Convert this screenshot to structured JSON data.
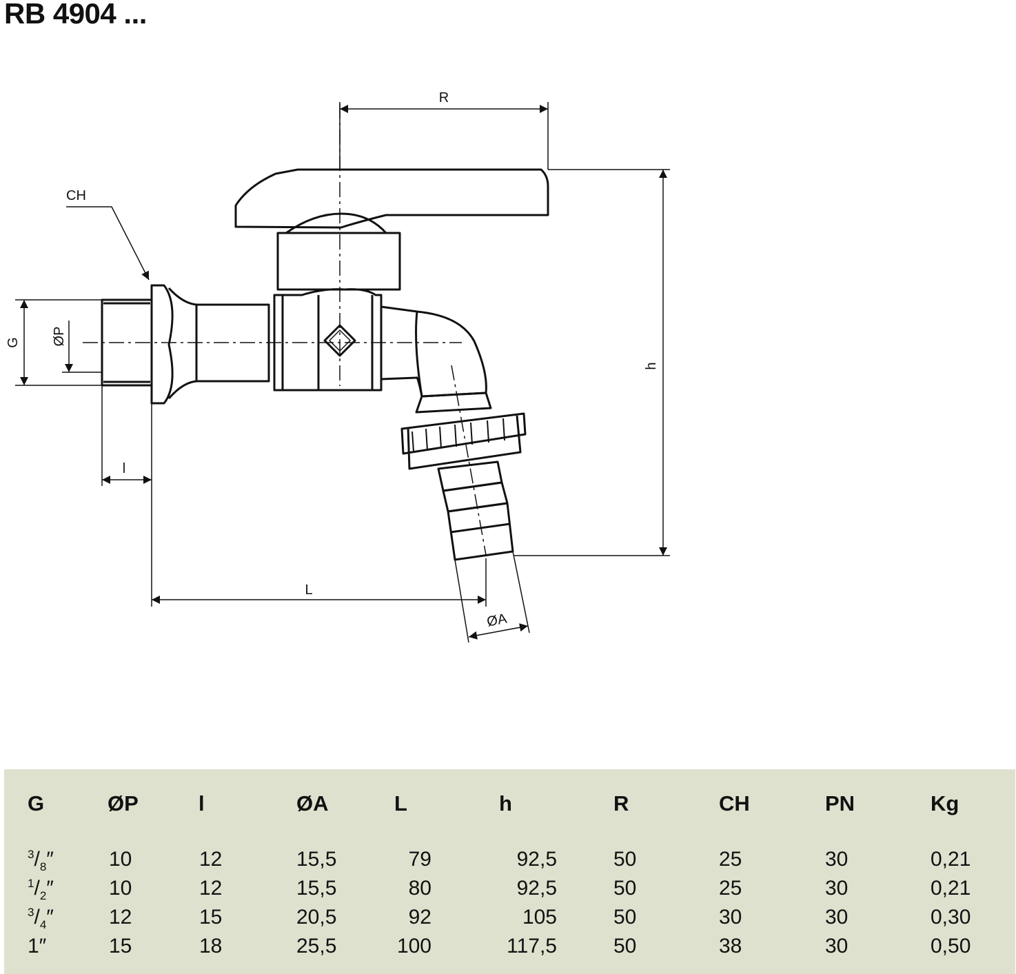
{
  "title": "RB 4904 ...",
  "dimension_labels": {
    "R": "R",
    "CH": "CH",
    "G": "G",
    "P": "ØP",
    "l": "l",
    "h": "h",
    "L": "L",
    "A": "ØA"
  },
  "table": {
    "headers": [
      "G",
      "ØP",
      "l",
      "ØA",
      "L",
      "h",
      "R",
      "CH",
      "PN",
      "Kg"
    ],
    "rows": [
      {
        "G_num": "3",
        "G_den": "8",
        "G_unit": "″",
        "P": "10",
        "l": "12",
        "A": "15,5",
        "L": "79",
        "h": "92,5",
        "R": "50",
        "CH": "25",
        "PN": "30",
        "Kg": "0,21"
      },
      {
        "G_num": "1",
        "G_den": "2",
        "G_unit": "″",
        "P": "10",
        "l": "12",
        "A": "15,5",
        "L": "80",
        "h": "92,5",
        "R": "50",
        "CH": "25",
        "PN": "30",
        "Kg": "0,21"
      },
      {
        "G_num": "3",
        "G_den": "4",
        "G_unit": "″",
        "P": "12",
        "l": "15",
        "A": "20,5",
        "L": "92",
        "h": "105",
        "R": "50",
        "CH": "30",
        "PN": "30",
        "Kg": "0,30"
      },
      {
        "G_num": "",
        "G_den": "",
        "G_unit": "1″",
        "P": "15",
        "l": "18",
        "A": "25,5",
        "L": "100",
        "h": "117,5",
        "R": "50",
        "CH": "38",
        "PN": "30",
        "Kg": "0,50"
      }
    ]
  },
  "colors": {
    "table_background": "#dfe1cf",
    "line": "#111111"
  }
}
